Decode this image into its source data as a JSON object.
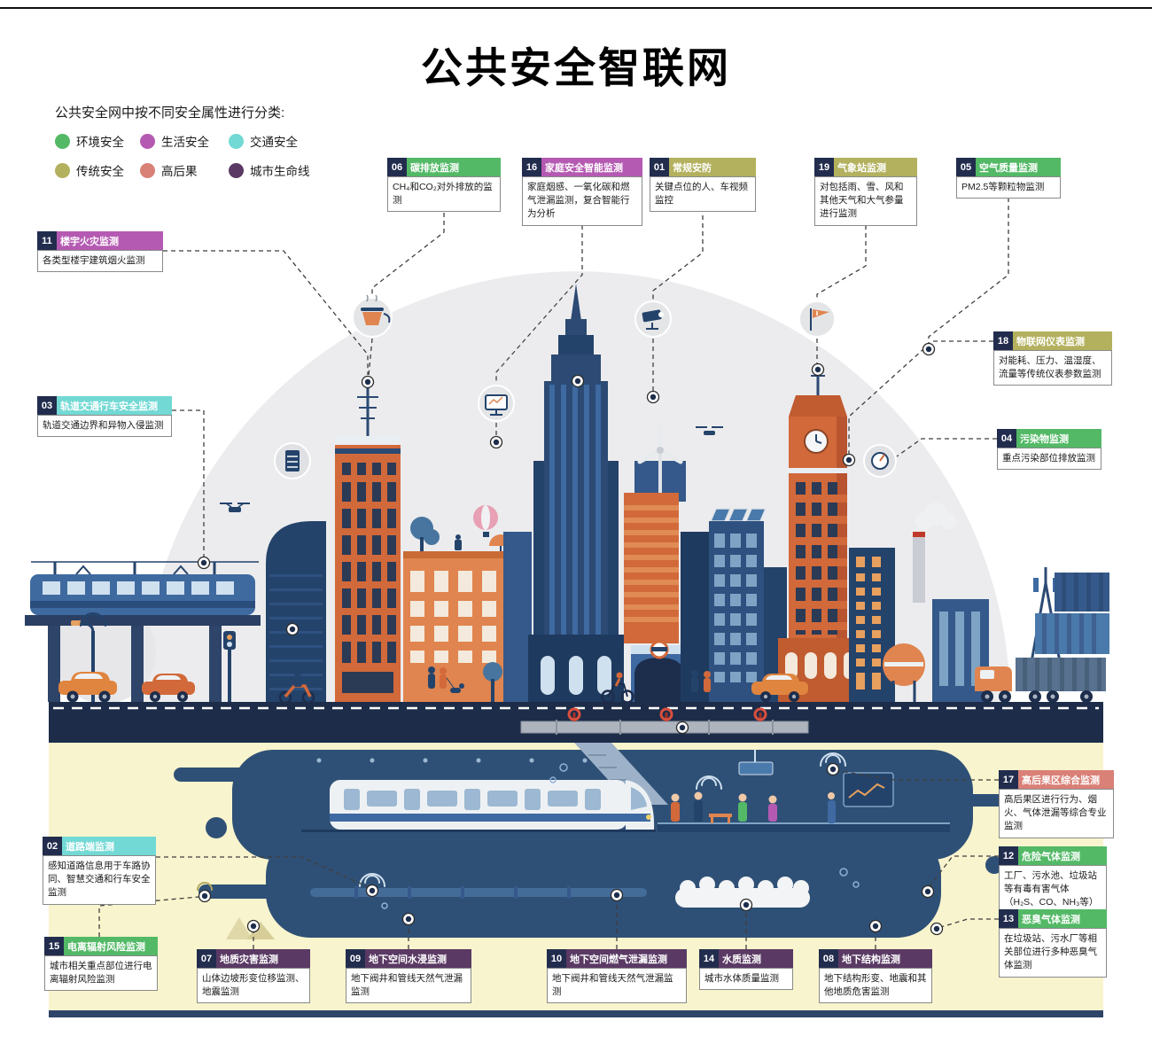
{
  "page": {
    "title": "公共安全智联网",
    "subtitle": "公共安全网中按不同安全属性进行分类:"
  },
  "legend": {
    "items": [
      {
        "label": "环境安全",
        "color": "#53b966"
      },
      {
        "label": "生活安全",
        "color": "#b55ab2"
      },
      {
        "label": "交通安全",
        "color": "#72d9d4"
      },
      {
        "label": "传统安全",
        "color": "#b3b15e"
      },
      {
        "label": "高后果",
        "color": "#d98077"
      },
      {
        "label": "城市生命线",
        "color": "#5a3a64"
      }
    ]
  },
  "callouts": [
    {
      "num": "01",
      "title": "常规安防",
      "body": "关键点位的人、车视频监控",
      "category": "传统安全",
      "color": "#b3b15e"
    },
    {
      "num": "02",
      "title": "道路端监测",
      "body": "感知道路信息用于车路协同、智慧交通和行车安全监测",
      "category": "交通安全",
      "color": "#72d9d4"
    },
    {
      "num": "03",
      "title": "轨道交通行车安全监测",
      "body": "轨道交通边界和异物入侵监测",
      "category": "交通安全",
      "color": "#72d9d4"
    },
    {
      "num": "04",
      "title": "污染物监测",
      "body": "重点污染部位排放监测",
      "category": "环境安全",
      "color": "#53b966"
    },
    {
      "num": "05",
      "title": "空气质量监测",
      "body": "PM2.5等颗粒物监测",
      "category": "环境安全",
      "color": "#53b966"
    },
    {
      "num": "06",
      "title": "碳排放监测",
      "body": "CH₄和CO₂对外排放的监测",
      "category": "环境安全",
      "color": "#53b966"
    },
    {
      "num": "07",
      "title": "地质灾害监测",
      "body": "山体边坡形变位移监测、地震监测",
      "category": "城市生命线",
      "color": "#5a3a64"
    },
    {
      "num": "08",
      "title": "地下结构监测",
      "body": "地下结构形变、地震和其他地质危害监测",
      "category": "城市生命线",
      "color": "#5a3a64"
    },
    {
      "num": "09",
      "title": "地下空间水浸监测",
      "body": "地下阀井和管线天然气泄漏监测",
      "category": "城市生命线",
      "color": "#5a3a64"
    },
    {
      "num": "10",
      "title": "地下空间燃气泄漏监测",
      "body": "地下阀井和管线天然气泄漏监测",
      "category": "城市生命线",
      "color": "#5a3a64"
    },
    {
      "num": "11",
      "title": "楼宇火灾监测",
      "body": "各类型楼宇建筑烟火监测",
      "category": "生活安全",
      "color": "#b55ab2"
    },
    {
      "num": "12",
      "title": "危险气体监测",
      "body": "工厂、污水池、垃圾站等有毒有害气体（H₂S、CO、NH₃等）监测",
      "category": "环境安全",
      "color": "#53b966"
    },
    {
      "num": "13",
      "title": "恶臭气体监测",
      "body": "在垃圾站、污水厂等相关部位进行多种恶臭气体监测",
      "category": "环境安全",
      "color": "#53b966"
    },
    {
      "num": "14",
      "title": "水质监测",
      "body": "城市水体质量监测",
      "category": "城市生命线",
      "color": "#5a3a64"
    },
    {
      "num": "15",
      "title": "电离辐射风险监测",
      "body": "城市相关重点部位进行电离辐射风险监测",
      "category": "环境安全",
      "color": "#53b966"
    },
    {
      "num": "16",
      "title": "家庭安全智能监测",
      "body": "家庭烟感、一氧化碳和燃气泄漏监测，复合智能行为分析",
      "category": "生活安全",
      "color": "#b55ab2"
    },
    {
      "num": "17",
      "title": "高后果区综合监测",
      "body": "高后果区进行行为、烟火、气体泄漏等综合专业监测",
      "category": "高后果",
      "color": "#d98077"
    },
    {
      "num": "18",
      "title": "物联网仪表监测",
      "body": "对能耗、压力、温湿度、流量等传统仪表参数监测",
      "category": "传统安全",
      "color": "#b3b15e"
    },
    {
      "num": "19",
      "title": "气象站监测",
      "body": "对包括雨、雪、风和其他天气和大气参量进行监测",
      "category": "传统安全",
      "color": "#b3b15e"
    }
  ],
  "icons": [
    "boiler-icon",
    "home-monitor-icon",
    "cctv-camera-icon",
    "windsock-icon",
    "gauge-icon",
    "equipment-rack-icon",
    "drone-icon",
    "wind-turbine-icon",
    "balloon-icon",
    "wifi-signal-icon",
    "sensor-node"
  ]
}
